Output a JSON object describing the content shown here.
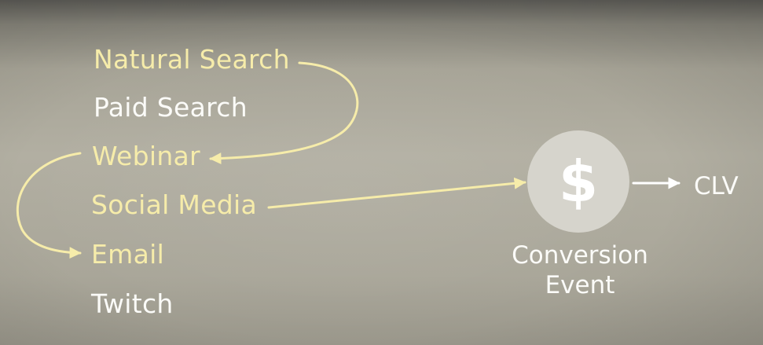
{
  "channels": [
    {
      "label": "Natural Search",
      "color": "#f6ecaa"
    },
    {
      "label": "Paid Search",
      "color": "#fbfbf8"
    },
    {
      "label": "Webinar",
      "color": "#f6ecaa"
    },
    {
      "label": "Social Media",
      "color": "#f6ecaa"
    },
    {
      "label": "Email",
      "color": "#f6ecaa"
    },
    {
      "label": "Twitch",
      "color": "#fbfbf8"
    }
  ],
  "conversion": {
    "icon": "dollar-icon",
    "symbol": "$",
    "label_line1": "Conversion",
    "label_line2": "Event"
  },
  "outcome": {
    "label": "CLV"
  },
  "colors": {
    "active_path": "#f6ecaa",
    "inactive_text": "#fbfbf8",
    "circle": "#d6d4cc",
    "background": "#b2afa2"
  }
}
